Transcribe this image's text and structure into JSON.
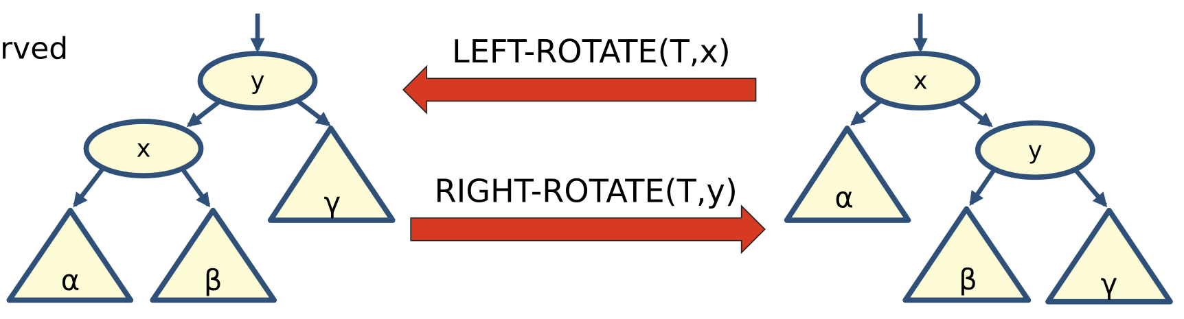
{
  "fragment_text": "rved",
  "left_rotate_label": "LEFT-ROTATE(T,x)",
  "right_rotate_label": "RIGHT-ROTATE(T,y)",
  "left_tree": {
    "root": "y",
    "child": "x",
    "subtrees": [
      "α",
      "β",
      "γ"
    ]
  },
  "right_tree": {
    "root": "x",
    "child": "y",
    "subtrees": [
      "α",
      "β",
      "γ"
    ]
  },
  "colors": {
    "node_fill": "#fdfcd6",
    "node_stroke": "#2f5078",
    "arrow_red": "#d63a22"
  }
}
